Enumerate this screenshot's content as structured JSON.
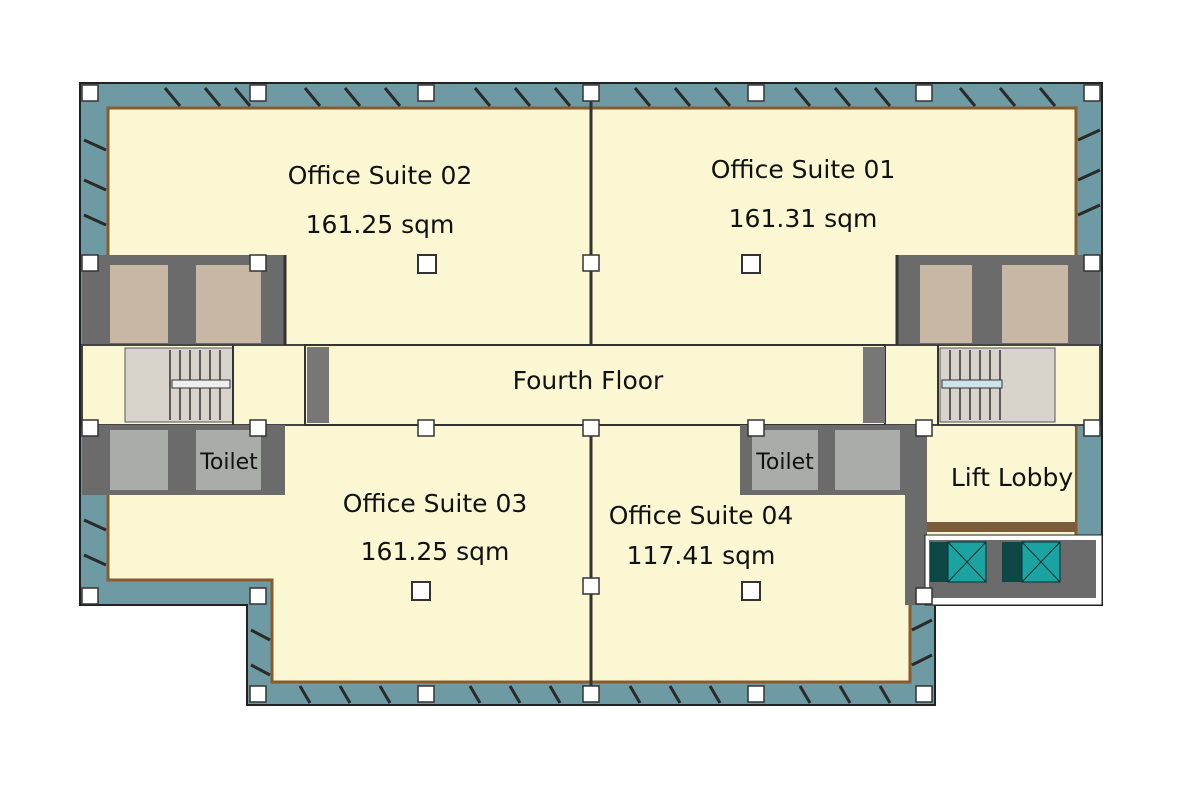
{
  "plan": {
    "floor_label": "Fourth Floor",
    "rooms": [
      {
        "name": "Office Suite 02",
        "area": "161.25 sqm"
      },
      {
        "name": "Office Suite 01",
        "area": "161.31 sqm"
      },
      {
        "name": "Office Suite 03",
        "area": "161.25 sqm"
      },
      {
        "name": "Office Suite 04",
        "area": "117.41 sqm"
      }
    ],
    "toilet_left": "Toilet",
    "toilet_right": "Toilet",
    "lift_lobby": "Lift Lobby"
  },
  "colors": {
    "floor": "#fbf7d2",
    "glass": "#6e9aa3",
    "wall": "#6b6b6b",
    "core": "#c7b8a5",
    "toilet": "#a9aca9",
    "lift": "#1aa3a0"
  }
}
